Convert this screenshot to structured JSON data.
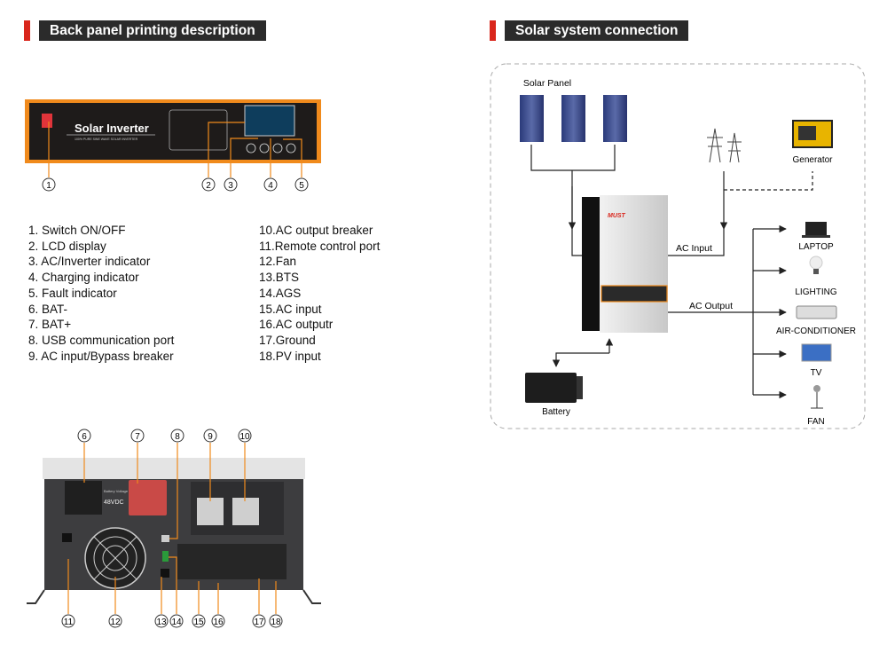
{
  "left_header": {
    "title": "Back panel printing description"
  },
  "right_header": {
    "title": "Solar system connection"
  },
  "front_panel": {
    "brand_text": "Solar Inverter",
    "tagline": "100% PURE SINE WAVE SOLAR INVERTER",
    "callouts": [
      "1",
      "2",
      "3",
      "4",
      "5"
    ]
  },
  "descriptions": {
    "col1": [
      "1.  Switch ON/OFF",
      "2.  LCD display",
      "3.  AC/Inverter indicator",
      "4.  Charging indicator",
      "5.  Fault indicator",
      "6.  BAT-",
      "7.  BAT+",
      "8.  USB communication port",
      "9.  AC input/Bypass breaker"
    ],
    "col2": [
      "10.AC output breaker",
      "11.Remote control port",
      "12.Fan",
      "13.BTS",
      "14.AGS",
      "15.AC input",
      "16.AC outputr",
      "17.Ground",
      "18.PV input"
    ]
  },
  "back_panel": {
    "battery_voltage_label": "Battery Voltage",
    "battery_voltage": "48VDC",
    "callouts_top": [
      "6",
      "7",
      "8",
      "9",
      "10"
    ],
    "callouts_bottom": [
      "11",
      "12",
      "13",
      "14",
      "15",
      "16",
      "17",
      "18"
    ]
  },
  "system": {
    "solar_panel_label": "Solar Panel",
    "generator_label": "Generator",
    "inverter_brand": "MUST",
    "ac_input_label": "AC Input",
    "ac_output_label": "AC Output",
    "battery_label": "Battery",
    "loads": [
      "LAPTOP",
      "LIGHTING",
      "AIR-CONDITIONER",
      "TV",
      "FAN"
    ]
  },
  "colors": {
    "accent_red": "#d9261c",
    "orange": "#f08a1c",
    "header_dark": "#2b2b2b"
  }
}
